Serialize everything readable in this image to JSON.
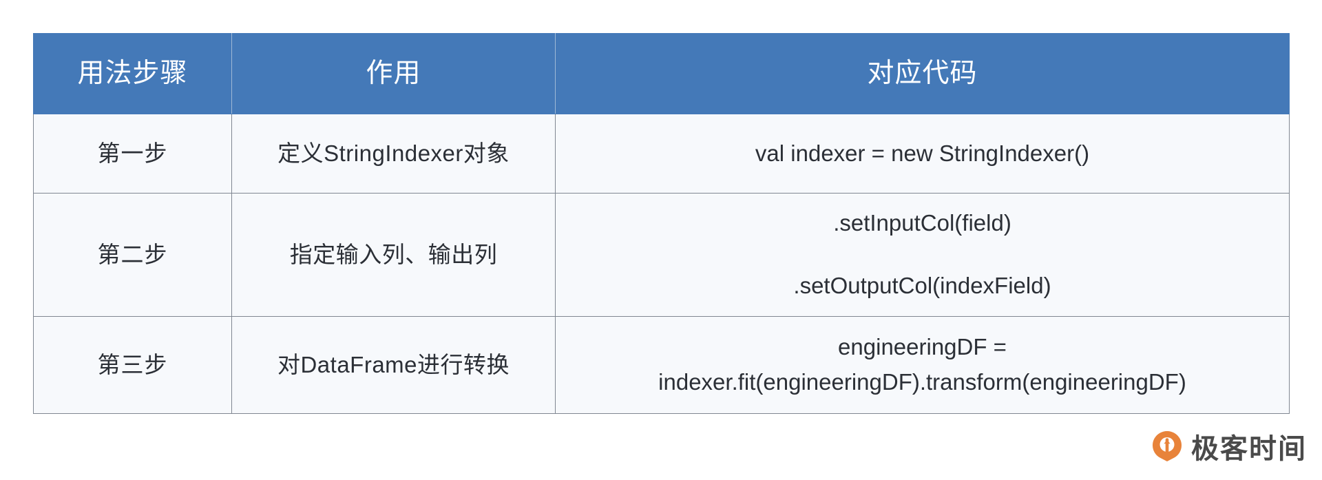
{
  "table": {
    "headers": [
      "用法步骤",
      "作用",
      "对应代码"
    ],
    "rows": [
      {
        "step": "第一步",
        "purpose": "定义StringIndexer对象",
        "code_lines": [
          "val indexer = new StringIndexer()"
        ]
      },
      {
        "step": "第二步",
        "purpose": "指定输入列、输出列",
        "code_lines": [
          ".setInputCol(field)",
          ".setOutputCol(indexField)"
        ]
      },
      {
        "step": "第三步",
        "purpose": "对DataFrame进行转换",
        "code_lines": [
          "engineeringDF =",
          "indexer.fit(engineeringDF).transform(engineeringDF)"
        ]
      }
    ]
  },
  "watermark": {
    "brand": "极客时间",
    "logo_icon": "geektime-circle-logo-icon"
  },
  "colors": {
    "header_background": "#4479b8",
    "header_text": "#ffffff",
    "body_background": "#f7f9fc",
    "body_text": "#2b2f36",
    "grid_line": "#7f8691",
    "watermark_accent": "#e8833a",
    "watermark_text": "#4a4a4a"
  }
}
